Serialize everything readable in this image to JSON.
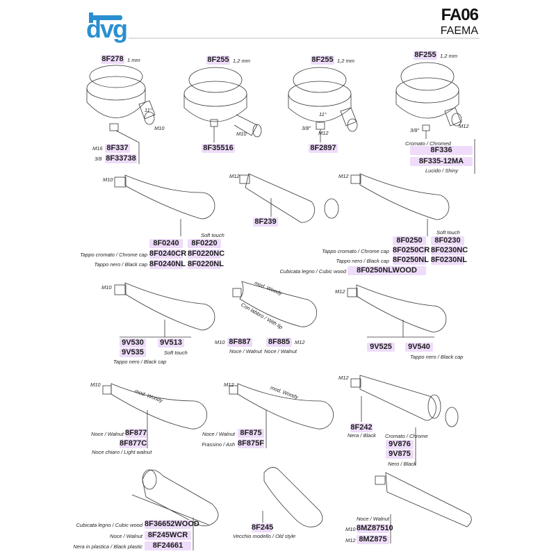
{
  "header": {
    "logo": "dvg",
    "code": "FA06",
    "brand": "FAEMA"
  },
  "row1": {
    "a": {
      "gasket": "8F278",
      "gasket_size": "1 mm",
      "angle": "11°",
      "thread": "M10",
      "m16": "M16",
      "code_m16": "8F337",
      "s38": "3/8",
      "code_38": "8F33738"
    },
    "b": {
      "gasket": "8F255",
      "gasket_size": "1,2 mm",
      "thread": "M10",
      "code": "8F35516"
    },
    "c": {
      "gasket": "8F255",
      "gasket_size": "1,2 mm",
      "angle": "11°",
      "s38": "3/8\"",
      "thread": "M12",
      "code": "8F2897"
    },
    "d": {
      "gasket": "8F255",
      "gasket_size": "1,2 mm",
      "s38": "3/8\"",
      "thread": "M12",
      "chromed": "Cromato / Chromed",
      "code_chromed": "8F336",
      "code_shiny": "8F335-12MA",
      "shiny": "Lucido / Shiny"
    }
  },
  "row2": {
    "left": {
      "thread": "M10",
      "soft": "Soft touch",
      "c1": "8F0240",
      "c2": "8F0220",
      "chrome_cap": "Tappo cromato / Chrome cap",
      "c3": "8F0240CR",
      "c4": "8F0220NC",
      "black_cap": "Tappo nero / Black cap",
      "c5": "8F0240NL",
      "c6": "8F0220NL"
    },
    "mid": {
      "thread": "M12",
      "code": "8F239"
    },
    "right": {
      "thread": "M12",
      "soft": "Soft touch",
      "c1": "8F0250",
      "c2": "8F0230",
      "chrome_cap": "Tappo cromato / Chrome cap",
      "c3": "8F0250CR",
      "c4": "8F0230NC",
      "black_cap": "Tappo nero / Black cap",
      "c5": "8F0250NL",
      "c6": "8F0230NL",
      "wood": "Cubicata legno / Cubic wood",
      "c7": "8F0250NLWOOD"
    }
  },
  "row3": {
    "left": {
      "thread": "M10",
      "c1": "9V530",
      "c2": "9V513",
      "c3": "9V535",
      "soft": "Soft touch",
      "black_cap": "Tappo nero / Black cap"
    },
    "mid": {
      "model": "mod. Woody",
      "lip": "Con labbro / With lip",
      "m10": "M10",
      "c1": "8F887",
      "c2": "8F885",
      "m12": "M12",
      "walnut1": "Noce / Walnut",
      "walnut2": "Noce / Walnut"
    },
    "right": {
      "thread": "M12",
      "c1": "9V525",
      "c2": "9V540",
      "black_cap": "Tappo nero / Black cap"
    }
  },
  "row4": {
    "left": {
      "thread": "M10",
      "model": "mod. Woody",
      "walnut": "Noce / Walnut",
      "c1": "8F877",
      "c2": "8F877C",
      "light": "Noce chiaro / Light walnut"
    },
    "mid": {
      "thread": "M12",
      "model": "mod. Woody",
      "walnut": "Noce / Walnut",
      "c1": "8F875",
      "ash": "Frassino / Ash",
      "c2": "8F875F"
    },
    "right": {
      "thread": "M12",
      "c1": "8F242",
      "black": "Nera / Black",
      "chrome": "Cromato / Chrome",
      "c2": "9V876",
      "c3": "9V875",
      "black2": "Nero / Black"
    }
  },
  "row5": {
    "left": {
      "wood": "Cubicata legno / Cubic wood",
      "c1": "8F36652WOOD",
      "walnut": "Noce / Walnut",
      "c2": "8F245WCR",
      "plastic": "Nera in plastica / Black plastic",
      "c3": "8F24661"
    },
    "mid": {
      "c1": "8F245",
      "old": "Vecchio modello / Old style"
    },
    "right": {
      "walnut": "Noce / Walnut",
      "m10": "M10",
      "c1": "8MZ87510",
      "m12": "M12",
      "c2": "8MZ875"
    }
  }
}
